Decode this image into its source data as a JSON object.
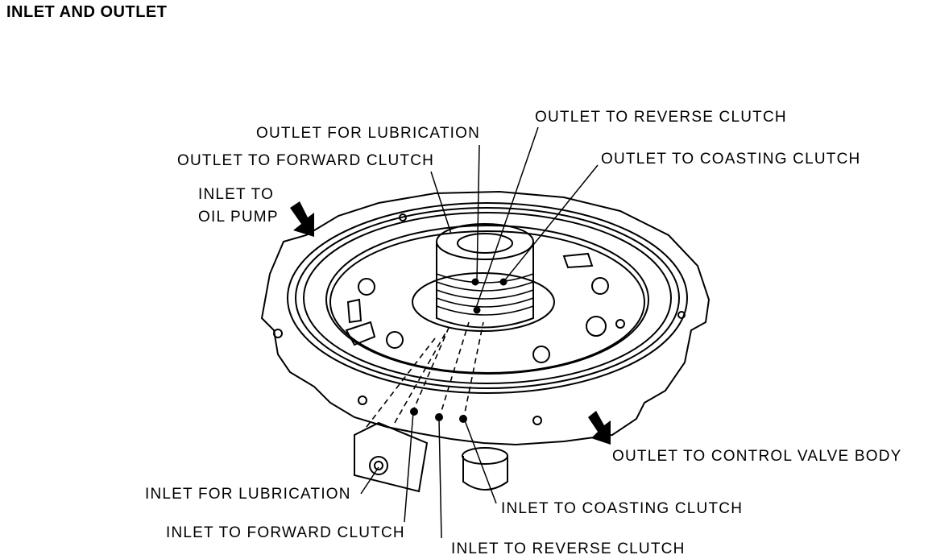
{
  "title": "INLET AND OUTLET",
  "labels": {
    "outlet_reverse_clutch": "OUTLET TO REVERSE CLUTCH",
    "outlet_lubrication": "OUTLET FOR LUBRICATION",
    "outlet_coasting_clutch": "OUTLET TO COASTING CLUTCH",
    "outlet_forward_clutch": "OUTLET TO FORWARD CLUTCH",
    "inlet_oil_pump_line1": "INLET TO",
    "inlet_oil_pump_line2": "OIL PUMP",
    "outlet_control_valve": "OUTLET TO CONTROL VALVE BODY",
    "inlet_lubrication": "INLET FOR LUBRICATION",
    "inlet_coasting_clutch": "INLET TO COASTING CLUTCH",
    "inlet_forward_clutch": "INLET TO FORWARD CLUTCH",
    "inlet_reverse_clutch": "INLET TO REVERSE CLUTCH"
  }
}
